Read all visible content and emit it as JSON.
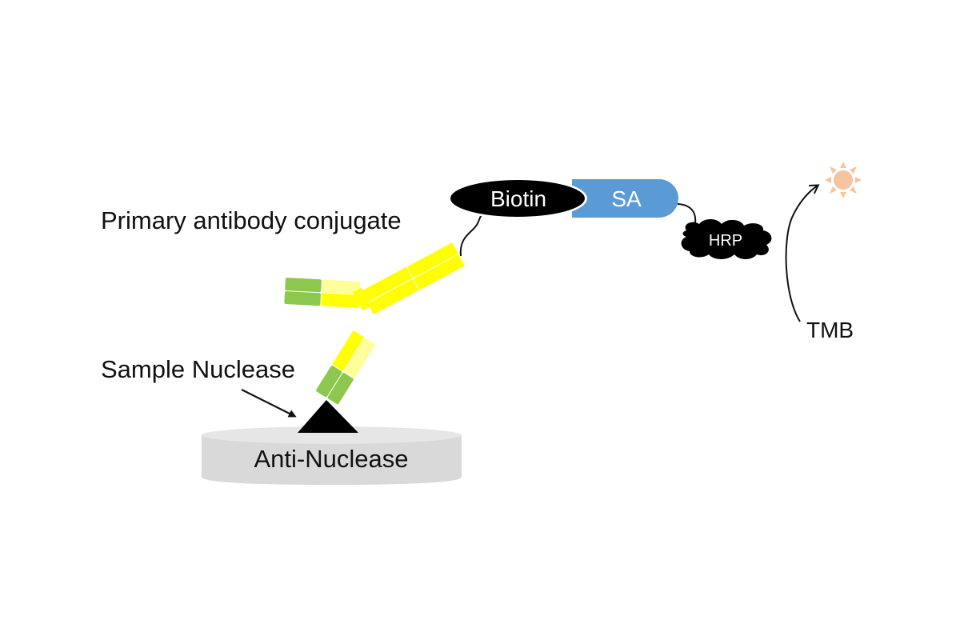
{
  "labels": {
    "primary_antibody": "Primary antibody conjugate",
    "sample_nuclease": "Sample Nuclease",
    "anti_nuclease": "Anti-Nuclease",
    "biotin": "Biotin",
    "sa": "SA",
    "hrp": "HRP",
    "tmb": "TMB"
  },
  "colors": {
    "background": "#ffffff",
    "plate": "#d9d9d9",
    "plate_top": "#e6e6e6",
    "antigen": "#000000",
    "antibody_yellow": "#ffff00",
    "antibody_pale_yellow": "#ffff99",
    "antibody_green": "#8dc84e",
    "biotin": "#000000",
    "sa": "#5b9bd5",
    "hrp": "#000000",
    "signal_sun": "#f7c4a0",
    "text": "#111111",
    "text_inverse": "#ffffff"
  },
  "icons": {
    "signal": "sun-icon",
    "arrow": "arrow-icon"
  }
}
